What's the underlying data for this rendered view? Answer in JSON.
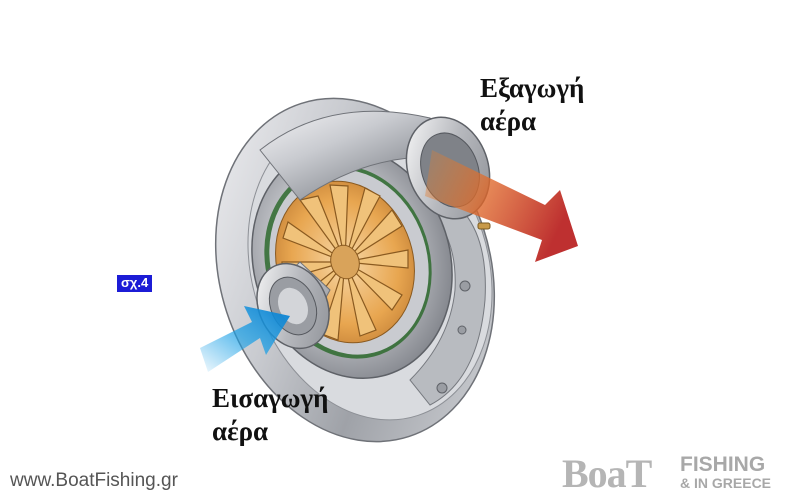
{
  "labels": {
    "outlet_line1": "Εξαγωγή",
    "outlet_line2": "αέρα",
    "inlet_line1": "Εισαγωγή",
    "inlet_line2": "αέρα"
  },
  "figure_badge": "σχ.4",
  "footer": {
    "website": "www.BoatFishing.gr",
    "logo_main": "BoaT",
    "logo_top": "FISHING",
    "logo_bottom": "& IN GREECE"
  },
  "colors": {
    "inlet_arrow": "#1aa0e6",
    "outlet_arrow_start": "#e8822a",
    "outlet_arrow_end": "#b81e1e",
    "impeller": "#e8a650",
    "badge": "#1c1cd6"
  },
  "icons": {
    "diagram": "centrifugal-compressor-illustration"
  }
}
